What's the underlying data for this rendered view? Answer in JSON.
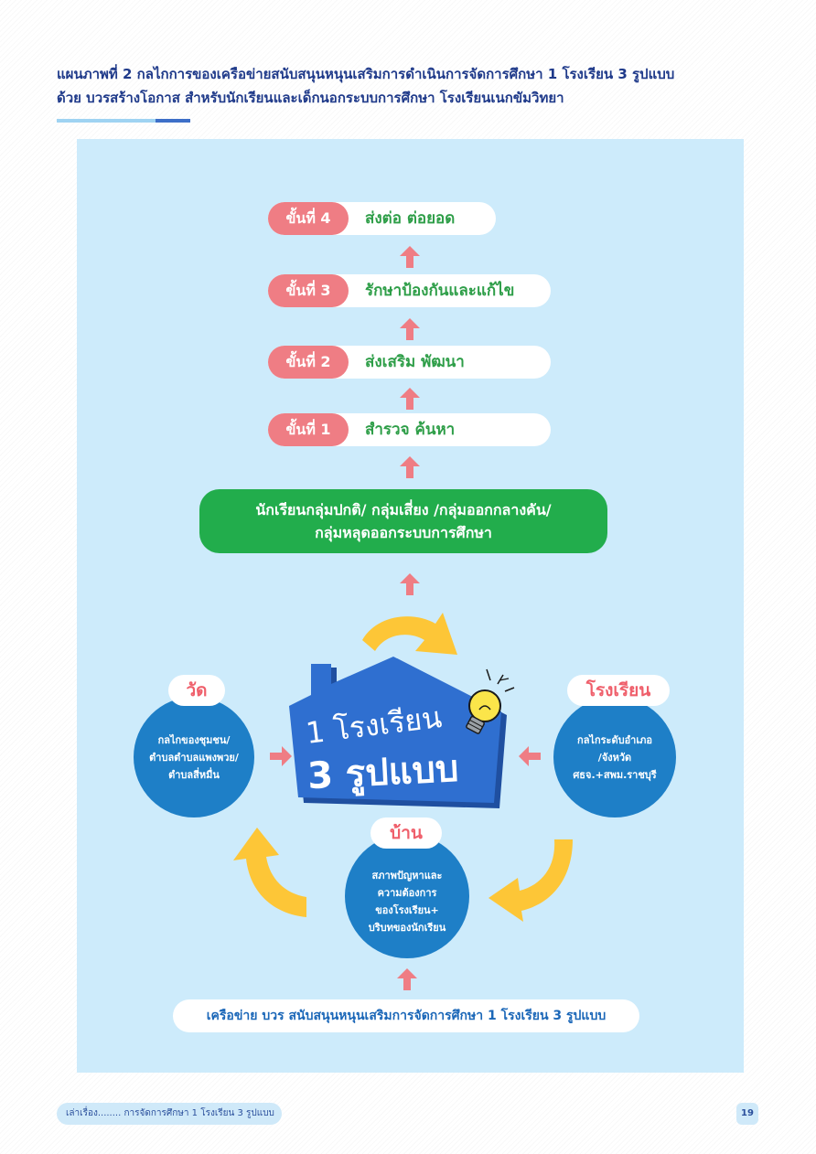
{
  "title": {
    "line1": "แผนภาพที่ 2 กลไกการของเครือข่ายสนับสนุนหนุนเสริมการดำเนินการจัดการศึกษา 1 โรงเรียน 3 รูปแบบ",
    "line2": "ด้วย บวรสร้างโอกาส สำหรับนักเรียนและเด็กนอกระบบการศึกษา โรงเรียนเนกขัมวิทยา"
  },
  "steps": [
    {
      "badge": "ขั้นที่ 4",
      "text": "ส่งต่อ ต่อยอด"
    },
    {
      "badge": "ขั้นที่ 3",
      "text": "รักษาป้องกันและแก้ไข"
    },
    {
      "badge": "ขั้นที่ 2",
      "text": "ส่งเสริม พัฒนา"
    },
    {
      "badge": "ขั้นที่ 1",
      "text": "สำรวจ ค้นหา"
    }
  ],
  "student_groups": {
    "line1": "นักเรียนกลุ่มปกติ/ กลุ่มเสี่ยง /กลุ่มออกกลางคัน/",
    "line2": "กลุ่มหลุดออกระบบการศึกษา"
  },
  "center": {
    "line1": "1 โรงเรียน",
    "line2": "3 รูปแบบ"
  },
  "temple": {
    "label": "วัด",
    "lines": [
      "กลไกของชุมชน/",
      "ตำบลตำบลแพงพวย/",
      "ตำบลสี่หมื่น"
    ]
  },
  "school": {
    "label": "โรงเรียน",
    "lines": [
      "กลไกระดับอำเภอ",
      "/จังหวัด",
      "ศธจ.+สพม.ราชบุรี"
    ]
  },
  "home": {
    "label": "บ้าน",
    "lines": [
      "สภาพปัญหาและ",
      "ความต้องการ",
      "ของโรงเรียน+",
      "บริบทของนักเรียน"
    ]
  },
  "network_label": "เครือข่าย บวร สนับสนุนหนุนเสริมการจัดการศึกษา 1 โรงเรียน 3 รูปแบบ",
  "footer": {
    "text": "เล่าเรื่อง........ การจัดการศึกษา 1 โรงเรียน 3 รูปแบบ",
    "page": "19"
  },
  "colors": {
    "panel": "#cdebfb",
    "badge": "#ef7d84",
    "step_text": "#2e9e48",
    "green_box": "#22ad4c",
    "circle_blue": "#1e7fc7",
    "house_blue": "#2f6fd0",
    "curve_yellow": "#fdc637",
    "title_navy": "#1f3a8a"
  },
  "icons": [
    "up-arrow-icon",
    "right-arrow-icon",
    "left-arrow-icon",
    "lightbulb-icon",
    "curved-arrow-icon"
  ]
}
